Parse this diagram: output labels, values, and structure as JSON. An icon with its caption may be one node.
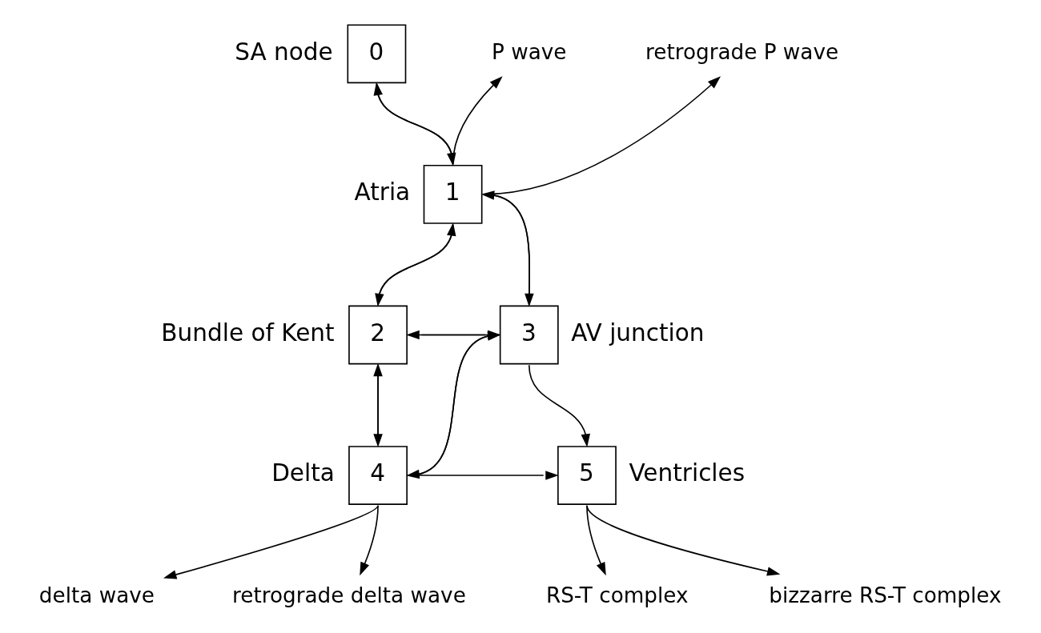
{
  "diagram": {
    "nodes": [
      {
        "text": [
          "0"
        ],
        "beside": [
          "SA node"
        ]
      },
      {
        "text": [
          "1"
        ],
        "beside": [
          "Atria"
        ]
      },
      {
        "text": [
          "2"
        ],
        "beside": [
          "Bundle of Kent"
        ]
      },
      {
        "text": [
          "3"
        ],
        "beside": [
          "AV junction"
        ]
      },
      {
        "text": [
          "4"
        ],
        "beside": [
          "Delta"
        ]
      },
      {
        "text": [
          "5"
        ],
        "beside": [
          "Ventricles"
        ]
      },
      {
        "text": [
          "P wave"
        ]
      },
      {
        "text": [
          "retrograde P wave"
        ]
      },
      {
        "text": [
          "delta wave"
        ]
      },
      {
        "text": [
          "retrograde delta wave"
        ]
      },
      {
        "text": [
          "RS-T complex"
        ]
      },
      {
        "text": [
          "bizzarre RS-T complex"
        ]
      }
    ],
    "edges": [
      {
        "from": 0,
        "to": 1,
        "arrow": "to"
      },
      {
        "from": 1,
        "to": 0,
        "arrow": "to"
      },
      {
        "from": 1,
        "to": 6,
        "arrow": "to"
      },
      {
        "from": 1,
        "to": 7,
        "arrow": "to"
      },
      {
        "from": 1,
        "to": 2,
        "arrow": "to"
      },
      {
        "from": 2,
        "to": 1,
        "arrow": "to"
      },
      {
        "from": 1,
        "to": 3,
        "arrow": "to"
      },
      {
        "from": 3,
        "to": 1,
        "arrow": "to"
      },
      {
        "from": 3,
        "to": 2,
        "arrow": "to"
      },
      {
        "from": 2,
        "to": 3,
        "arrow": "to"
      },
      {
        "from": 2,
        "to": 4,
        "arrow": "to"
      },
      {
        "from": 4,
        "to": 2,
        "arrow": "to"
      },
      {
        "from": 4,
        "to": 3,
        "arrow": "to"
      },
      {
        "from": 3,
        "to": 4,
        "arrow": "to"
      },
      {
        "from": 3,
        "to": 5,
        "arrow": "to"
      },
      {
        "from": 4,
        "to": 5,
        "arrow": "to"
      },
      {
        "from": 4,
        "to": 8,
        "arrow": "to"
      },
      {
        "from": 4,
        "to": 9,
        "arrow": "to"
      },
      {
        "from": 5,
        "to": 10,
        "arrow": "to"
      },
      {
        "from": 5,
        "to": 11,
        "arrow": "to"
      }
    ]
  }
}
